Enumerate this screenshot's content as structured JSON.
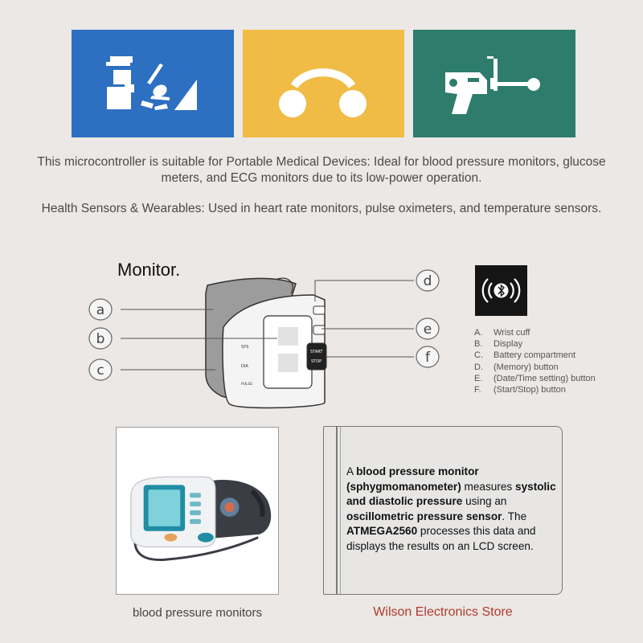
{
  "colors": {
    "tile1": "#2d6fc0",
    "tile2": "#f0bc45",
    "tile3": "#2e7c6c",
    "store": "#b03a2e"
  },
  "tiles": [
    {
      "icon": "dentist-patient-icon"
    },
    {
      "icon": "face-icon"
    },
    {
      "icon": "gun-plunger-icon"
    }
  ],
  "intro": {
    "para1": "This microcontroller is suitable for Portable Medical Devices: Ideal for blood pressure monitors, glucose meters, and ECG monitors due to its low-power operation.",
    "para2": "Health Sensors & Wearables: Used in heart rate monitors, pulse oximeters, and temperature sensors."
  },
  "diagram": {
    "title": "Monitor.",
    "callouts": [
      "a",
      "b",
      "c",
      "d",
      "e",
      "f"
    ],
    "device_labels": {
      "sys": "SYS",
      "dia": "DIA",
      "pulse": "PULSE",
      "start": "START",
      "stop": "STOP"
    }
  },
  "bluetooth": {
    "icon": "bluetooth-icon"
  },
  "legend": [
    {
      "letter": "A.",
      "text": "Wrist cuff"
    },
    {
      "letter": "B.",
      "text": "Display"
    },
    {
      "letter": "C.",
      "text": "Battery compartment"
    },
    {
      "letter": "D.",
      "text": "(Memory) button"
    },
    {
      "letter": "E.",
      "text": "(Date/Time setting) button"
    },
    {
      "letter": "F.",
      "text": "(Start/Stop) button"
    }
  ],
  "photo": {
    "caption": "blood pressure monitors"
  },
  "description": {
    "t1": "A ",
    "b1": "blood pressure monitor (sphygmomanometer)",
    "t2": " measures ",
    "b2": "systolic and diastolic pressure",
    "t3": " using an ",
    "b3": "oscillometric pressure sensor",
    "t4": ". The ",
    "b4": "ATMEGA2560",
    "t5": " processes this data and displays the results on an LCD screen."
  },
  "store": {
    "name": "Wilson Electronics Store"
  }
}
